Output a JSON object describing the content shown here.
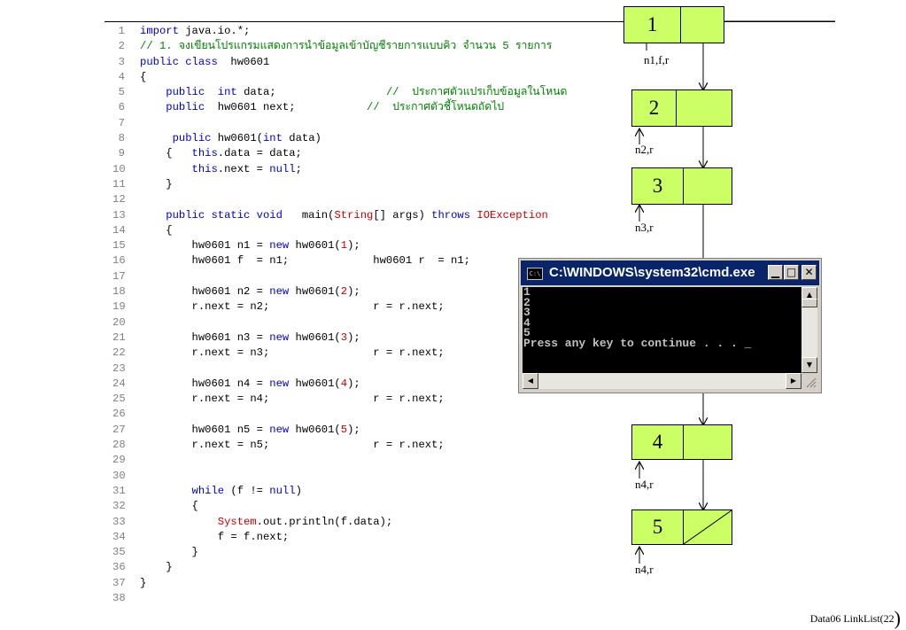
{
  "code": {
    "lines": [
      {
        "n": "1",
        "tokens": [
          {
            "t": "import",
            "c": "kw"
          },
          {
            "t": " java.io.*;",
            "c": ""
          }
        ]
      },
      {
        "n": "2",
        "tokens": [
          {
            "t": "// 1. จงเขียนโปรแกรมแสดงการนำข้อมูลเข้าบัญชีรายการแบบคิว จำนวน 5 รายการ",
            "c": "cm"
          }
        ]
      },
      {
        "n": "3",
        "tokens": [
          {
            "t": "public class",
            "c": "kw"
          },
          {
            "t": "  hw0601",
            "c": ""
          }
        ]
      },
      {
        "n": "4",
        "tokens": [
          {
            "t": "{",
            "c": ""
          }
        ]
      },
      {
        "n": "5",
        "tokens": [
          {
            "t": "    ",
            "c": ""
          },
          {
            "t": "public",
            "c": "kw"
          },
          {
            "t": "  ",
            "c": ""
          },
          {
            "t": "int",
            "c": "kw"
          },
          {
            "t": " data;                 ",
            "c": ""
          },
          {
            "t": "//  ประกาศตัวแปรเก็บข้อมูลในโหนด",
            "c": "cm"
          }
        ]
      },
      {
        "n": "6",
        "tokens": [
          {
            "t": "    ",
            "c": ""
          },
          {
            "t": "public",
            "c": "kw"
          },
          {
            "t": "  hw0601 next;           ",
            "c": ""
          },
          {
            "t": "//  ประกาศตัวชี้โหนดถัดไป",
            "c": "cm"
          }
        ]
      },
      {
        "n": "7",
        "tokens": [
          {
            "t": "",
            "c": ""
          }
        ]
      },
      {
        "n": "8",
        "tokens": [
          {
            "t": "     ",
            "c": ""
          },
          {
            "t": "public",
            "c": "kw"
          },
          {
            "t": " hw0601(",
            "c": ""
          },
          {
            "t": "int",
            "c": "kw"
          },
          {
            "t": " data)",
            "c": ""
          }
        ]
      },
      {
        "n": "9",
        "tokens": [
          {
            "t": "    {   ",
            "c": ""
          },
          {
            "t": "this",
            "c": "kw"
          },
          {
            "t": ".data = data;",
            "c": ""
          }
        ]
      },
      {
        "n": "10",
        "tokens": [
          {
            "t": "        ",
            "c": ""
          },
          {
            "t": "this",
            "c": "kw"
          },
          {
            "t": ".next = ",
            "c": ""
          },
          {
            "t": "null",
            "c": "kw"
          },
          {
            "t": ";",
            "c": ""
          }
        ]
      },
      {
        "n": "11",
        "tokens": [
          {
            "t": "    }",
            "c": ""
          }
        ]
      },
      {
        "n": "12",
        "tokens": [
          {
            "t": "",
            "c": ""
          }
        ]
      },
      {
        "n": "13",
        "tokens": [
          {
            "t": "    ",
            "c": ""
          },
          {
            "t": "public static void",
            "c": "kw"
          },
          {
            "t": "   main(",
            "c": ""
          },
          {
            "t": "String",
            "c": "type"
          },
          {
            "t": "[] args) ",
            "c": ""
          },
          {
            "t": "throws",
            "c": "kw"
          },
          {
            "t": " ",
            "c": ""
          },
          {
            "t": "IOException",
            "c": "type"
          }
        ]
      },
      {
        "n": "14",
        "tokens": [
          {
            "t": "    {",
            "c": ""
          }
        ]
      },
      {
        "n": "15",
        "tokens": [
          {
            "t": "        hw0601 n1 = ",
            "c": ""
          },
          {
            "t": "new",
            "c": "kw"
          },
          {
            "t": " hw0601(",
            "c": ""
          },
          {
            "t": "1",
            "c": "num"
          },
          {
            "t": ");",
            "c": ""
          }
        ]
      },
      {
        "n": "16",
        "tokens": [
          {
            "t": "        hw0601 f  = n1;             hw0601 r  = n1;",
            "c": ""
          }
        ]
      },
      {
        "n": "17",
        "tokens": [
          {
            "t": "",
            "c": ""
          }
        ]
      },
      {
        "n": "18",
        "tokens": [
          {
            "t": "        hw0601 n2 = ",
            "c": ""
          },
          {
            "t": "new",
            "c": "kw"
          },
          {
            "t": " hw0601(",
            "c": ""
          },
          {
            "t": "2",
            "c": "num"
          },
          {
            "t": ");",
            "c": ""
          }
        ]
      },
      {
        "n": "19",
        "tokens": [
          {
            "t": "        r.next = n2;                r = r.next;",
            "c": ""
          }
        ]
      },
      {
        "n": "20",
        "tokens": [
          {
            "t": "",
            "c": ""
          }
        ]
      },
      {
        "n": "21",
        "tokens": [
          {
            "t": "        hw0601 n3 = ",
            "c": ""
          },
          {
            "t": "new",
            "c": "kw"
          },
          {
            "t": " hw0601(",
            "c": ""
          },
          {
            "t": "3",
            "c": "num"
          },
          {
            "t": ");",
            "c": ""
          }
        ]
      },
      {
        "n": "22",
        "tokens": [
          {
            "t": "        r.next = n3;                r = r.next;",
            "c": ""
          }
        ]
      },
      {
        "n": "23",
        "tokens": [
          {
            "t": "",
            "c": ""
          }
        ]
      },
      {
        "n": "24",
        "tokens": [
          {
            "t": "        hw0601 n4 = ",
            "c": ""
          },
          {
            "t": "new",
            "c": "kw"
          },
          {
            "t": " hw0601(",
            "c": ""
          },
          {
            "t": "4",
            "c": "num"
          },
          {
            "t": ");",
            "c": ""
          }
        ]
      },
      {
        "n": "25",
        "tokens": [
          {
            "t": "        r.next = n4;                r = r.next;",
            "c": ""
          }
        ]
      },
      {
        "n": "26",
        "tokens": [
          {
            "t": "",
            "c": ""
          }
        ]
      },
      {
        "n": "27",
        "tokens": [
          {
            "t": "        hw0601 n5 = ",
            "c": ""
          },
          {
            "t": "new",
            "c": "kw"
          },
          {
            "t": " hw0601(",
            "c": ""
          },
          {
            "t": "5",
            "c": "num"
          },
          {
            "t": ");",
            "c": ""
          }
        ]
      },
      {
        "n": "28",
        "tokens": [
          {
            "t": "        r.next = n5;                r = r.next;",
            "c": ""
          }
        ]
      },
      {
        "n": "29",
        "tokens": [
          {
            "t": "",
            "c": ""
          }
        ]
      },
      {
        "n": "30",
        "tokens": [
          {
            "t": "",
            "c": ""
          }
        ]
      },
      {
        "n": "31",
        "tokens": [
          {
            "t": "        ",
            "c": ""
          },
          {
            "t": "while",
            "c": "kw"
          },
          {
            "t": " (f != ",
            "c": ""
          },
          {
            "t": "null",
            "c": "kw"
          },
          {
            "t": ")",
            "c": ""
          }
        ]
      },
      {
        "n": "32",
        "tokens": [
          {
            "t": "        {",
            "c": ""
          }
        ]
      },
      {
        "n": "33",
        "tokens": [
          {
            "t": "            ",
            "c": ""
          },
          {
            "t": "System",
            "c": "type"
          },
          {
            "t": ".out.println(f.data);",
            "c": ""
          }
        ]
      },
      {
        "n": "34",
        "tokens": [
          {
            "t": "            f = f.next;",
            "c": ""
          }
        ]
      },
      {
        "n": "35",
        "tokens": [
          {
            "t": "        }",
            "c": ""
          }
        ]
      },
      {
        "n": "36",
        "tokens": [
          {
            "t": "    }",
            "c": ""
          }
        ]
      },
      {
        "n": "37",
        "tokens": [
          {
            "t": "}",
            "c": ""
          }
        ]
      },
      {
        "n": "38",
        "tokens": [
          {
            "t": "",
            "c": ""
          }
        ]
      }
    ]
  },
  "diagram": {
    "node_fill": "#ccff66",
    "nodes": [
      {
        "value": "1",
        "label": "n1,f,r",
        "next_null": false
      },
      {
        "value": "2",
        "label": "n2,r",
        "next_null": false
      },
      {
        "value": "3",
        "label": "n3,r",
        "next_null": false
      },
      {
        "value": "4",
        "label": "n4,r",
        "next_null": false
      },
      {
        "value": "5",
        "label": "n4,r",
        "next_null": true
      }
    ]
  },
  "console": {
    "title": "C:\\WINDOWS\\system32\\cmd.exe",
    "icon_text": "C:\\",
    "output": "1\n2\n3\n4\n5\nPress any key to continue . . . _",
    "minimize_glyph": "▁",
    "maximize_glyph": "□",
    "close_glyph": "✕"
  },
  "footer": {
    "text": "Data06 LinkList(22",
    "paren": ")"
  }
}
